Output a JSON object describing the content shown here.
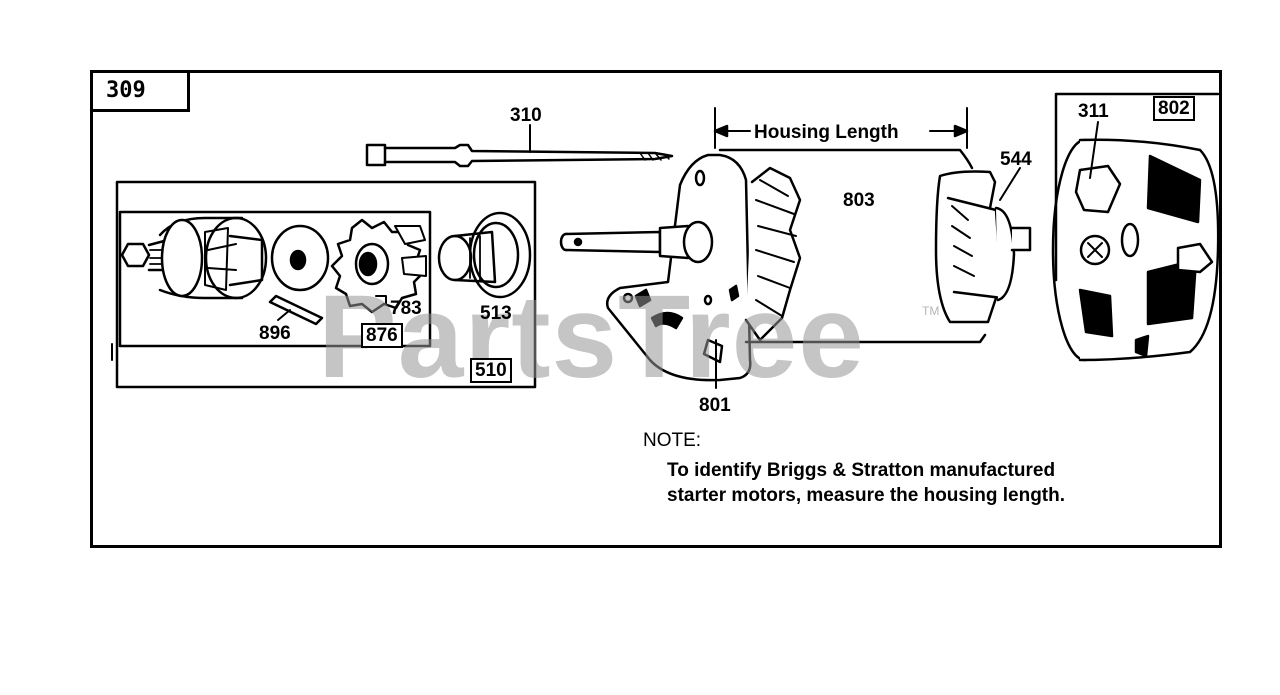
{
  "diagram": {
    "code": "309",
    "callouts": {
      "c310": "310",
      "c311": "311",
      "c802": "802",
      "c544": "544",
      "c803": "803",
      "c801": "801",
      "c513": "513",
      "c783": "783",
      "c896": "896",
      "c876": "876",
      "c510": "510"
    },
    "housing_length_label": "Housing Length",
    "note": {
      "heading": "NOTE:",
      "line1": "To identify Briggs & Stratton manufactured",
      "line2": "starter motors, measure the housing length."
    },
    "watermark": "PartsTree",
    "trademark": "TM"
  }
}
